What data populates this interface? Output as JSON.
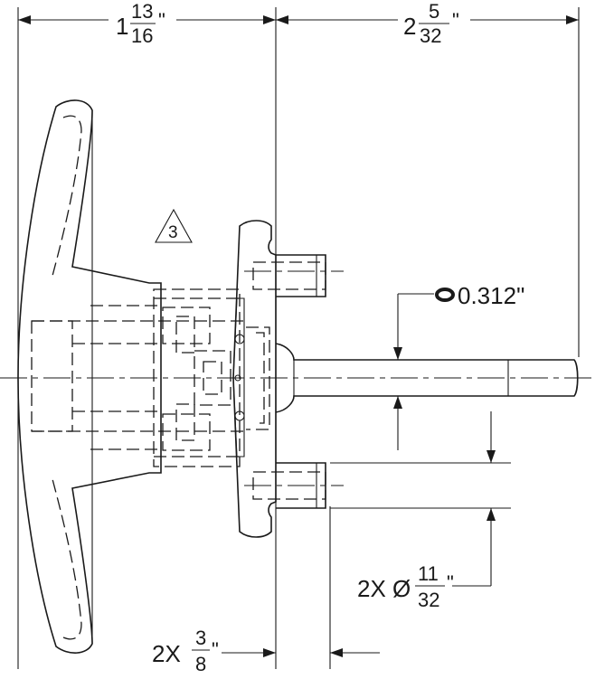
{
  "dimensions": {
    "overall_left": {
      "whole": "1",
      "num": "13",
      "den": "16",
      "unit": "\""
    },
    "overall_right": {
      "whole": "2",
      "num": "5",
      "den": "32",
      "unit": "\""
    },
    "shaft_diameter": {
      "symbol": "o",
      "value": "0.312\""
    },
    "bolt_holes": {
      "prefix": "2X Ø",
      "num": "11",
      "den": "32",
      "unit": "\""
    },
    "bolt_offset": {
      "prefix": "2X",
      "num": "3",
      "den": "8",
      "unit": "\""
    }
  },
  "callouts": {
    "note_triangle": "3"
  }
}
